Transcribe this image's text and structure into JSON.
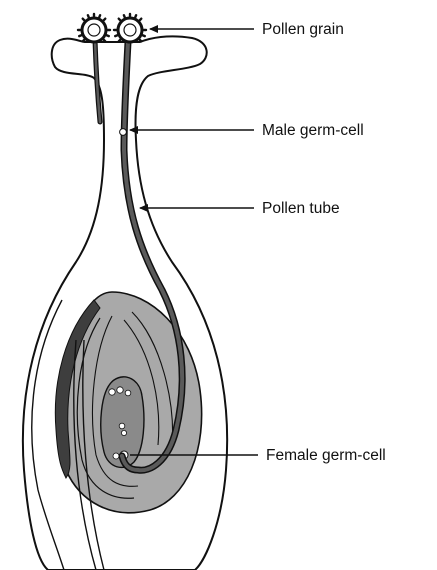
{
  "labels": {
    "pollen_grain": "Pollen grain",
    "male_germ_cell": "Male germ-cell",
    "pollen_tube": "Pollen tube",
    "female_germ_cell": "Female germ-cell"
  },
  "colors": {
    "line": "#111111",
    "ovule_shade": "#a9a9a9",
    "inner_shade": "#8c8c8c",
    "dark_band": "#4a4a4a",
    "background": "#ffffff"
  }
}
